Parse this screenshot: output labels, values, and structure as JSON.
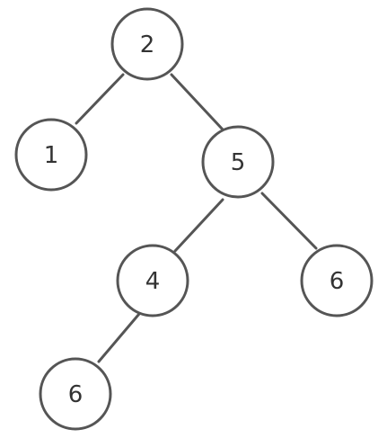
{
  "tree": {
    "nodes": [
      {
        "id": "n1",
        "label": "2"
      },
      {
        "id": "n2",
        "label": "1"
      },
      {
        "id": "n3",
        "label": "5"
      },
      {
        "id": "n4",
        "label": "4"
      },
      {
        "id": "n5",
        "label": "6"
      },
      {
        "id": "n6",
        "label": "6"
      }
    ],
    "edges": [
      {
        "from": "n1",
        "to": "n2"
      },
      {
        "from": "n1",
        "to": "n3"
      },
      {
        "from": "n3",
        "to": "n4"
      },
      {
        "from": "n3",
        "to": "n5"
      },
      {
        "from": "n4",
        "to": "n6"
      }
    ],
    "colors": {
      "stroke": "#555555",
      "text": "#333333",
      "background": "#ffffff"
    }
  }
}
